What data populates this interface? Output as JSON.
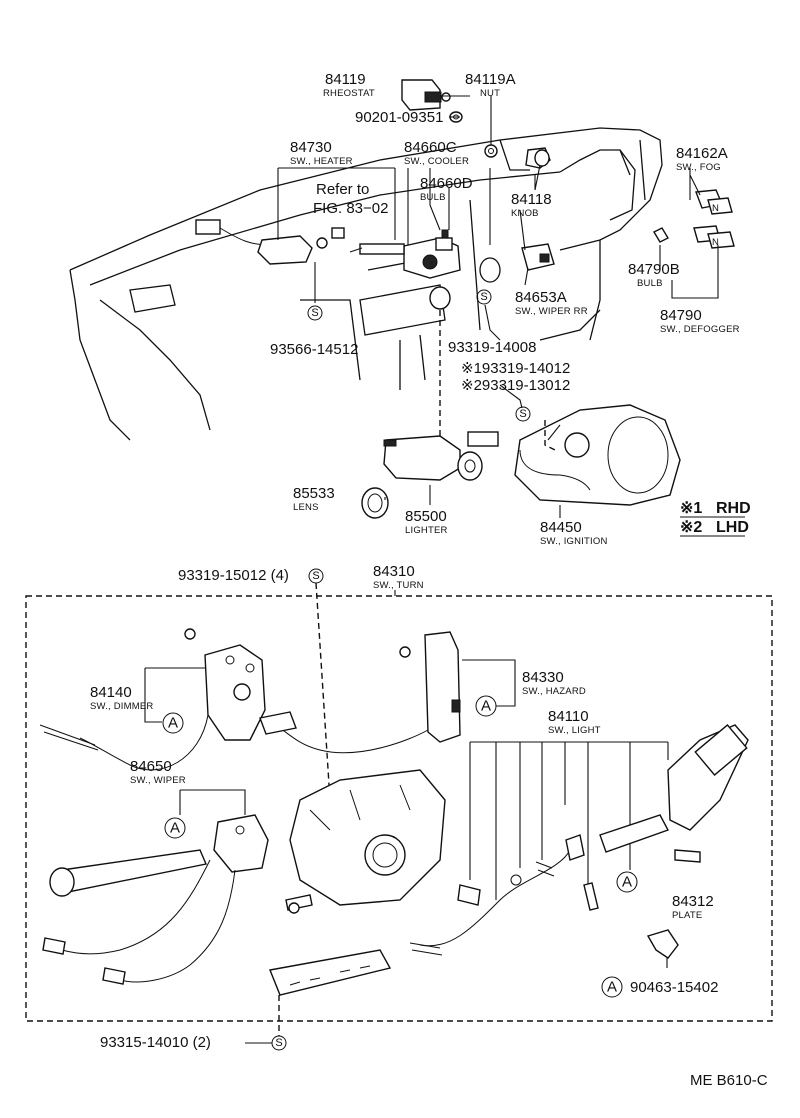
{
  "parts": {
    "p84119": {
      "number": "84119",
      "desc": "RHEOSTAT"
    },
    "p84119a": {
      "number": "84119A",
      "desc": "NUT"
    },
    "p90201": {
      "number": "90201-09351"
    },
    "p84730": {
      "number": "84730",
      "desc": "SW., HEATER"
    },
    "p84660c": {
      "number": "84660C",
      "desc": "SW., COOLER"
    },
    "p84660d": {
      "number": "84660D",
      "desc": "BULB"
    },
    "p84118": {
      "number": "84118",
      "desc": "KNOB"
    },
    "p84162a": {
      "number": "84162A",
      "desc": "SW., FOG"
    },
    "p84790b": {
      "number": "84790B",
      "desc": "BULB"
    },
    "p84790": {
      "number": "84790",
      "desc": "SW., DEFOGGER"
    },
    "p84653a": {
      "number": "84653A",
      "desc": "SW., WIPER RR"
    },
    "p93566": {
      "number": "93566-14512"
    },
    "p93319_14008": {
      "number": "93319-14008"
    },
    "p93319_14012": {
      "number": "※193319-14012"
    },
    "p93319_13012": {
      "number": "※293319-13012"
    },
    "p85533": {
      "number": "85533",
      "desc": "LENS"
    },
    "p85500": {
      "number": "85500",
      "desc": "LIGHTER"
    },
    "p84450": {
      "number": "84450",
      "desc": "SW., IGNITION"
    },
    "p93319_15012": {
      "number": "93319-15012 (4)"
    },
    "p84310": {
      "number": "84310",
      "desc": "SW., TURN"
    },
    "p84140": {
      "number": "84140",
      "desc": "SW., DIMMER"
    },
    "p84330": {
      "number": "84330",
      "desc": "SW., HAZARD"
    },
    "p84110": {
      "number": "84110",
      "desc": "SW., LIGHT"
    },
    "p84650": {
      "number": "84650",
      "desc": "SW., WIPER"
    },
    "p84312": {
      "number": "84312",
      "desc": "PLATE"
    },
    "p90463": {
      "number": "90463-15402"
    },
    "p93315": {
      "number": "93315-14010 (2)"
    }
  },
  "refer": {
    "line1": "Refer to",
    "line2": "FIG. 83−02"
  },
  "legend": [
    {
      "mark": "※1",
      "text": "RHD"
    },
    {
      "mark": "※2",
      "text": "LHD"
    }
  ],
  "symbols": {
    "screw": "S",
    "assembly": "A"
  },
  "footer": {
    "code": "ME B610-C"
  }
}
